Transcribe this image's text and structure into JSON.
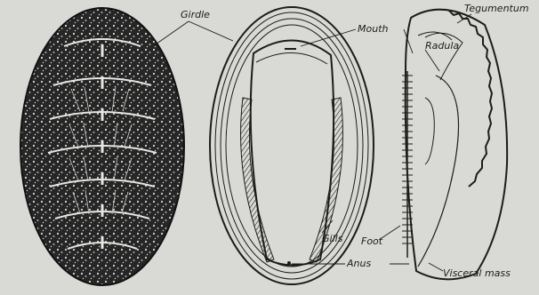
{
  "labels": {
    "girdle": "Girdle",
    "mouth": "Mouth",
    "radula": "Radula",
    "tegumentum": "Tegumentum",
    "gills": "Gills",
    "foot": "Foot",
    "anus": "Anus",
    "visceral_mass": "Visceral mass"
  },
  "colors": {
    "paper": "#d9d9d6",
    "ink": "#1c1c1c"
  }
}
